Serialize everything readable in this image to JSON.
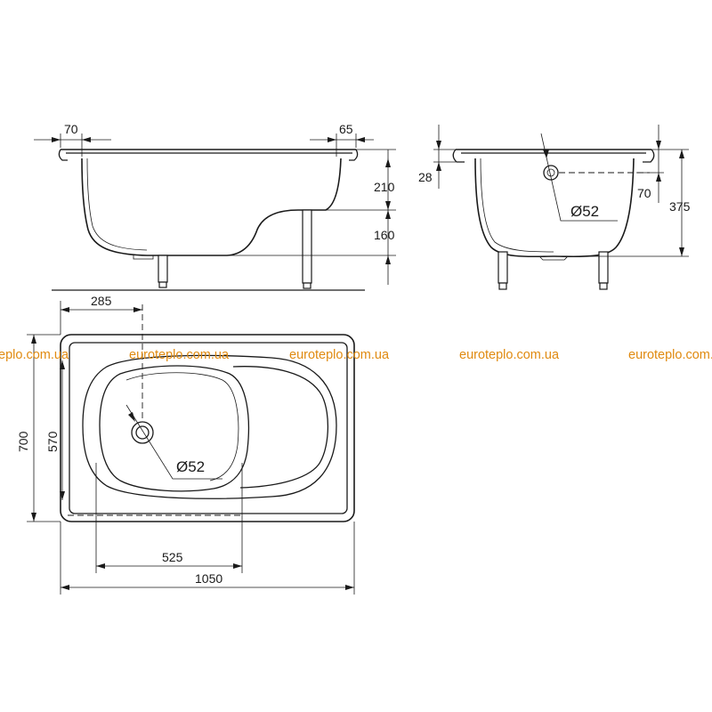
{
  "dimensions": {
    "top_left_rim": "70",
    "top_right_rim": "65",
    "depth_upper": "210",
    "depth_lower": "160",
    "side_rim": "28",
    "side_drain_offset": "70",
    "side_height": "375",
    "side_drain_diameter": "Ø52",
    "plan_drain_offset": "285",
    "plan_width_outer": "700",
    "plan_width_inner": "570",
    "plan_drain_diameter": "Ø52",
    "plan_basin_length": "525",
    "plan_total_length": "1050"
  },
  "watermark": {
    "text_1": "euroteplo.com.ua",
    "text_2": "euroteplo.com.ua",
    "text_3": "euroteplo.com.ua",
    "text_4": "euroteplo.com.ua",
    "text_5": "euroteplo.com.ua",
    "color": "#e08a10"
  }
}
